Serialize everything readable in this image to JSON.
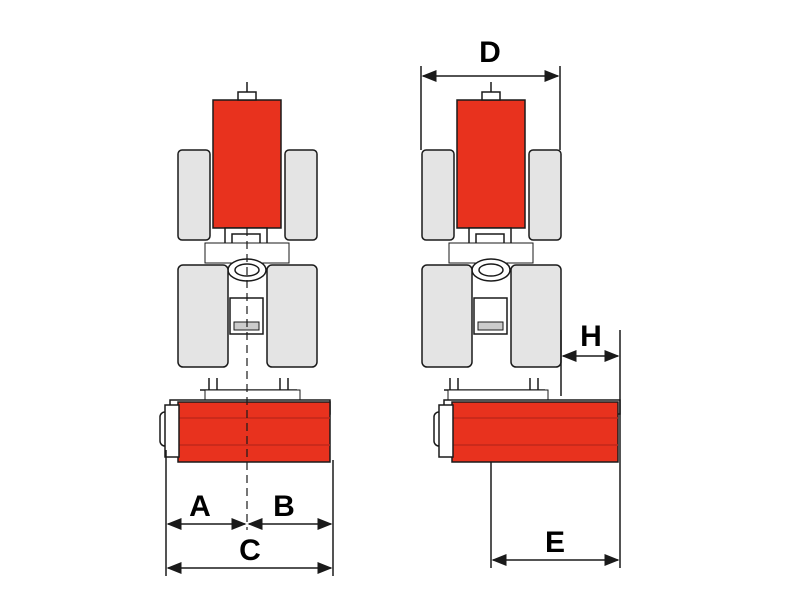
{
  "colors": {
    "body_red": "#e8321e",
    "body_red_dark": "#c1271a",
    "tire_grey": "#e4e4e4",
    "line": "#1a1a1a"
  },
  "labels": {
    "A": "A",
    "B": "B",
    "C": "C",
    "D": "D",
    "E": "E",
    "H": "H"
  }
}
